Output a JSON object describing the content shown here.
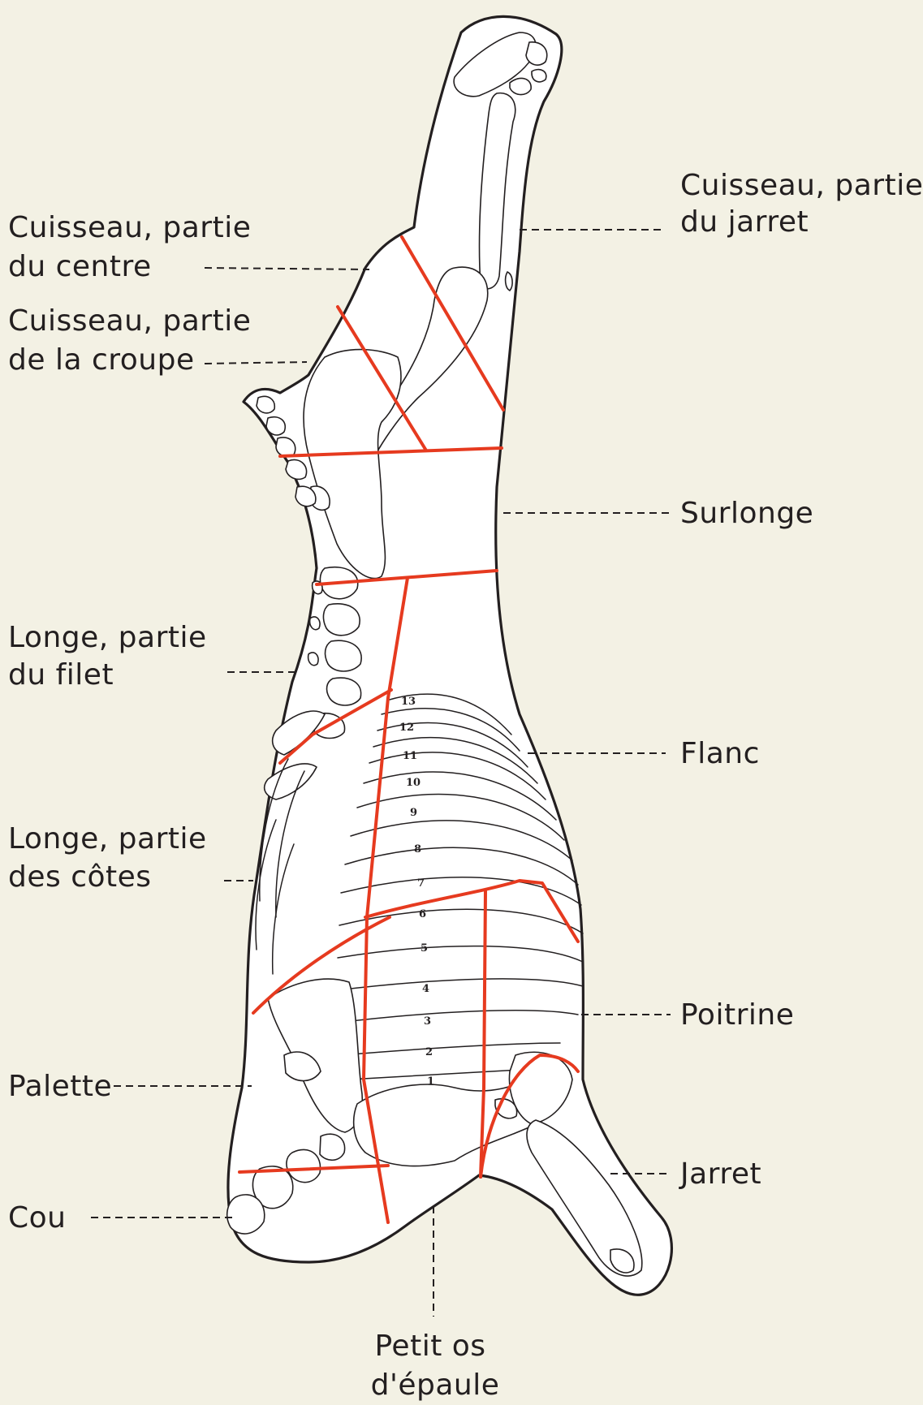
{
  "labels": {
    "cuisseau_centre": [
      "Cuisseau, partie",
      "du centre"
    ],
    "cuisseau_croupe": [
      "Cuisseau, partie",
      "de la croupe"
    ],
    "longe_filet": [
      "Longe, partie",
      "du filet"
    ],
    "longe_cotes": [
      "Longe, partie",
      "des côtes"
    ],
    "palette": "Palette",
    "cou": "Cou",
    "cuisseau_jarret": [
      "Cuisseau, partie",
      "du jarret"
    ],
    "surlonge": "Surlonge",
    "flanc": "Flanc",
    "poitrine": "Poitrine",
    "jarret": "Jarret",
    "petit_os": [
      "Petit os",
      "d'épaule"
    ]
  },
  "rib_numbers": [
    "13",
    "12",
    "11",
    "10",
    "9",
    "8",
    "7",
    "6",
    "5",
    "4",
    "3",
    "2",
    "1"
  ],
  "colors": {
    "background": "#f3f1e4",
    "outline": "#231f20",
    "cut_lines": "#e63a1f"
  }
}
